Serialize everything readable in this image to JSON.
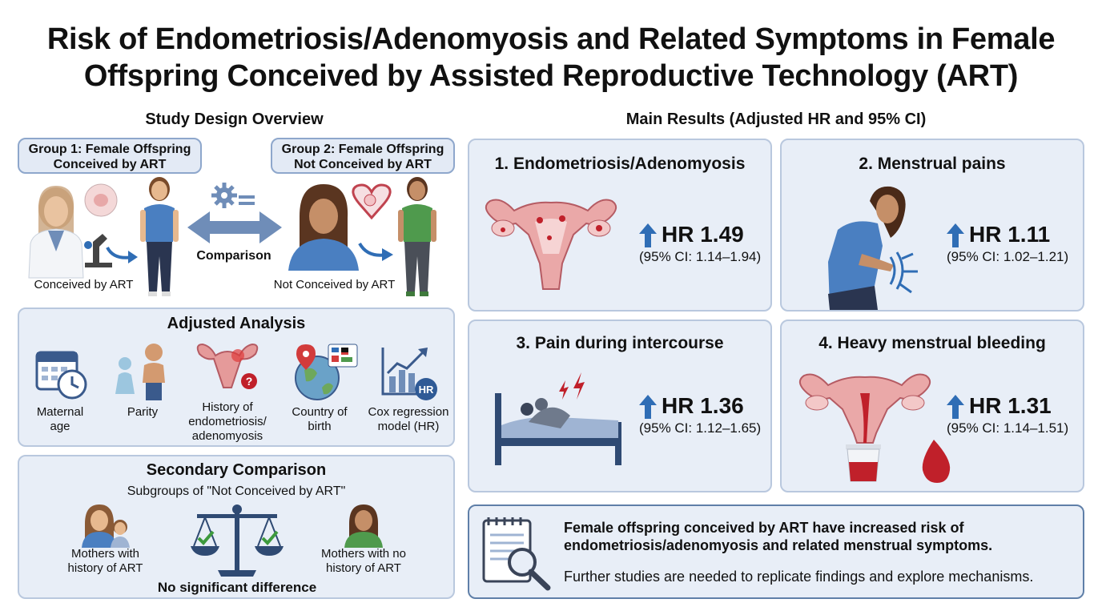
{
  "title_line1": "Risk of Endometriosis/Adenomyosis and Related Symptoms in Female",
  "title_line2": "Offspring Conceived by Assisted Reproductive Technology (ART)",
  "study_design": {
    "heading": "Study Design Overview",
    "group1_line1": "Group 1: Female Offspring",
    "group1_line2": "Conceived by ART",
    "group2_line1": "Group 2: Female Offspring",
    "group2_line2": "Not Conceived by ART",
    "comparison": "Comparison",
    "caption1": "Conceived by ART",
    "caption2": "Not Conceived by ART"
  },
  "adjusted": {
    "heading": "Adjusted Analysis",
    "items": [
      {
        "line1": "Maternal",
        "line2": "age",
        "line3": ""
      },
      {
        "line1": "Parity",
        "line2": "",
        "line3": ""
      },
      {
        "line1": "History of",
        "line2": "endometriosis/",
        "line3": "adenomyosis"
      },
      {
        "line1": "Country of",
        "line2": "birth",
        "line3": ""
      },
      {
        "line1": "Cox regression",
        "line2": "model (HR)",
        "line3": ""
      }
    ],
    "hr_badge": "HR"
  },
  "secondary": {
    "heading": "Secondary Comparison",
    "subtitle": "Subgroups of \"Not Conceived by ART\"",
    "left_line1": "Mothers with",
    "left_line2": "history of ART",
    "right_line1": "Mothers with no",
    "right_line2": "history of ART",
    "result": "No significant difference"
  },
  "results": {
    "heading": "Main Results (Adjusted HR and 95% CI)",
    "outcomes": [
      {
        "title": "1. Endometriosis/Adenomyosis",
        "hr": "HR 1.49",
        "ci": "(95% CI: 1.14–1.94)"
      },
      {
        "title": "2. Menstrual pains",
        "hr": "HR 1.11",
        "ci": "(95% CI: 1.02–1.21)"
      },
      {
        "title": "3. Pain during intercourse",
        "hr": "HR 1.36",
        "ci": "(95% CI: 1.12–1.65)"
      },
      {
        "title": "4. Heavy menstrual bleeding",
        "hr": "HR 1.31",
        "ci": "(95% CI: 1.14–1.51)"
      }
    ]
  },
  "conclusion": {
    "line1": "Female offspring conceived by ART have increased risk of",
    "line2": "endometriosis/adenomyosis and related menstrual symptoms.",
    "line3": "Further studies are needed to replicate findings and explore mechanisms."
  },
  "colors": {
    "accent": "#2f6db5",
    "panel": "#e8eef7",
    "border": "#b9c8de",
    "uterus": "#e59a9a",
    "blood": "#c0202a"
  }
}
